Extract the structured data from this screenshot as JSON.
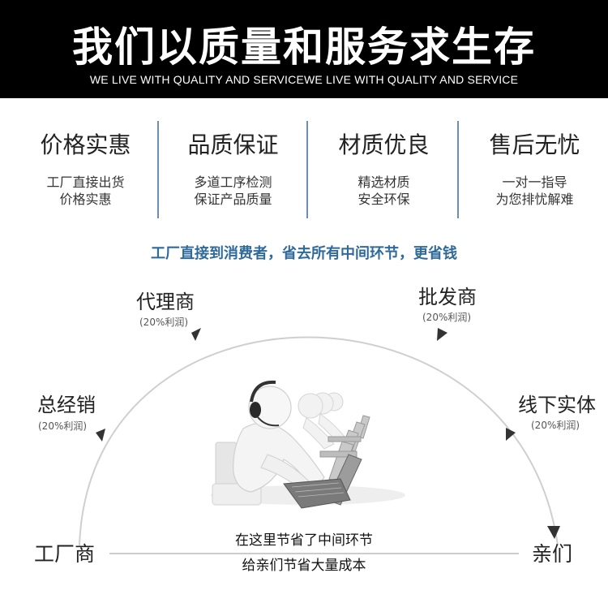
{
  "header": {
    "title": "我们以质量和服务求生存",
    "subtitle": "WE LIVE WITH QUALITY AND SERVICEWE LIVE WITH QUALITY AND SERVICE"
  },
  "features": [
    {
      "title": "价格实惠",
      "line1": "工厂直接出货",
      "line2": "价格实惠"
    },
    {
      "title": "品质保证",
      "line1": "多道工序检测",
      "line2": "保证产品质量"
    },
    {
      "title": "材质优良",
      "line1": "精选材质",
      "line2": "安全环保"
    },
    {
      "title": "售后无忧",
      "line1": "一对一指导",
      "line2": "为您排忧解难"
    }
  ],
  "slogan": "工厂直接到消费者，省去所有中间环节，更省钱",
  "nodes": {
    "factory": {
      "title": "工厂商"
    },
    "general": {
      "title": "总经销",
      "profit": "(20%利润)"
    },
    "agent": {
      "title": "代理商",
      "profit": "(20%利润)"
    },
    "wholesale": {
      "title": "批发商",
      "profit": "(20%利润)"
    },
    "offline": {
      "title": "线下实体",
      "profit": "(20%利润)"
    },
    "customer": {
      "title": "亲们"
    }
  },
  "bottom": {
    "line1": "在这里节省了中间环节",
    "line2": "给亲们节省大量成本"
  },
  "colors": {
    "header_bg": "#000000",
    "divider": "#6a8fb0",
    "slogan": "#2f6a9a",
    "arrow": "#333333"
  }
}
